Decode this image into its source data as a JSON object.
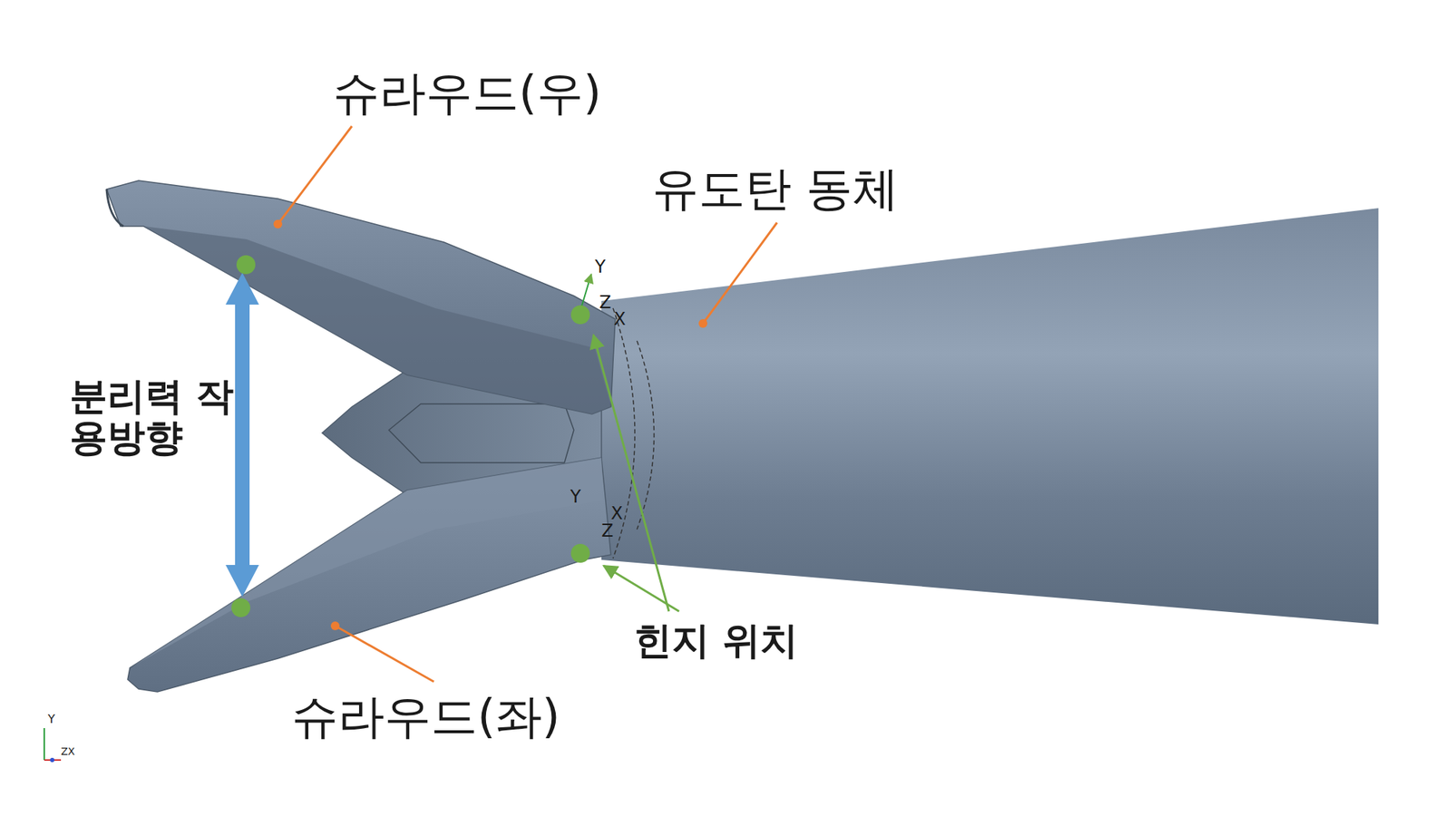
{
  "diagram": {
    "labels": [
      "슈라우드(우)",
      "유도탄 동체",
      "Y",
      "Z",
      "X",
      "분리력 작용방향",
      "Y",
      "X",
      "Z",
      "힌지 위치",
      "슈라우드(좌)",
      "Y",
      "ZX"
    ]
  }
}
